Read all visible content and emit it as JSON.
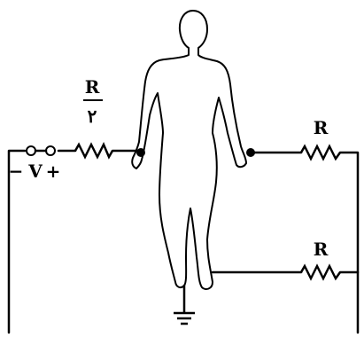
{
  "diagram": {
    "labels": {
      "r_half_numerator": "R",
      "r_half_denominator": "۲",
      "r_arm": "R",
      "r_leg": "R",
      "source_minus": "−",
      "source_v": "V",
      "source_plus": "+"
    }
  }
}
